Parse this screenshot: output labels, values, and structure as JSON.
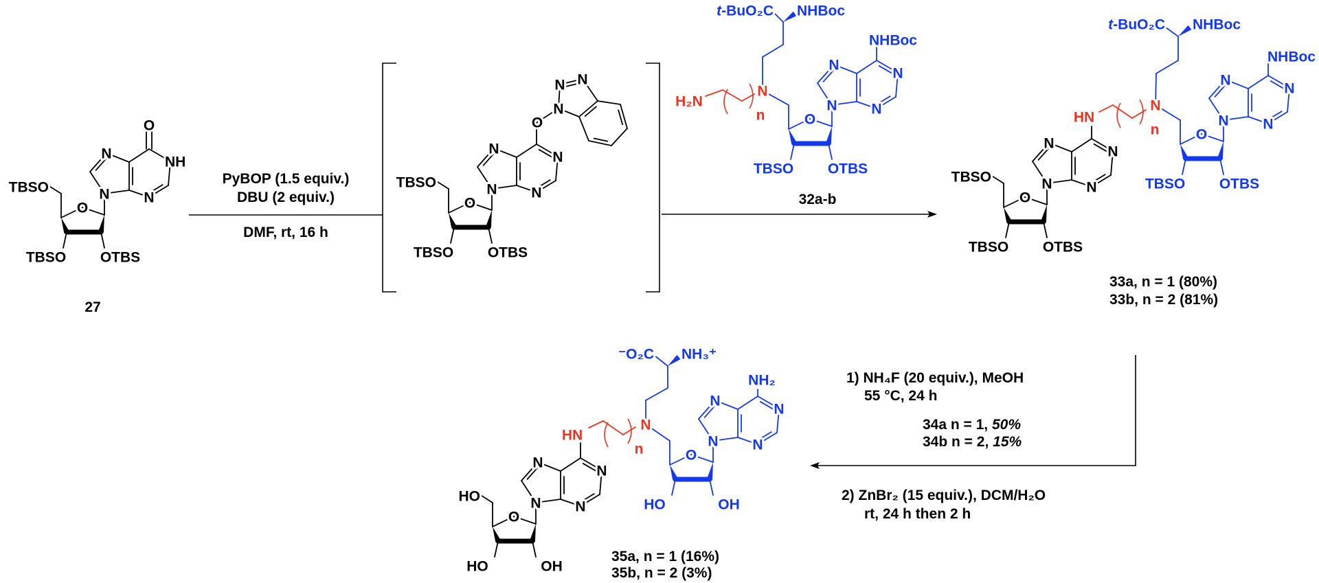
{
  "colors": {
    "ink": "#000000",
    "blue": "#1438ee",
    "red": "#ee3220"
  },
  "atoms": {
    "N": "N",
    "O": "O",
    "NH": "NH",
    "HN": "HN",
    "H2N": "H₂N",
    "n": "n"
  },
  "groups": {
    "TBSO": "TBSO",
    "OTBS": "OTBS",
    "HO": "HO",
    "OH": "OH",
    "NHBoc": "NHBoc",
    "tBu_t": "t",
    "tBu_rest": "-BuO₂C",
    "carboxylate": "⁻O₂C",
    "ammonium": "NH₃⁺",
    "NH2": "NH₂"
  },
  "compounds": {
    "c27": "27",
    "c32": "32a-b",
    "c33a": "33a, n = 1 (80%)",
    "c33b": "33b, n = 2 (81%)",
    "c35a": "35a, n = 1 (16%)",
    "c35b": "35b, n = 2 (3%)"
  },
  "conditions": {
    "step1": {
      "line1": "PyBOP (1.5 equiv.)",
      "line2": "DBU (2 equiv.)",
      "line3": "DMF, rt, 16 h"
    },
    "step3": {
      "line1": "1) NH₄F (20 equiv.), MeOH",
      "line2": "55 °C, 24 h",
      "yield_a_label": "34a n = 1, ",
      "yield_a_value": "50%",
      "yield_b_label": "34b n = 2, ",
      "yield_b_value": "15%",
      "line3": "2) ZnBr₂ (15 equiv.), DCM/H₂O",
      "line4": "rt, 24 h then 2 h"
    }
  }
}
